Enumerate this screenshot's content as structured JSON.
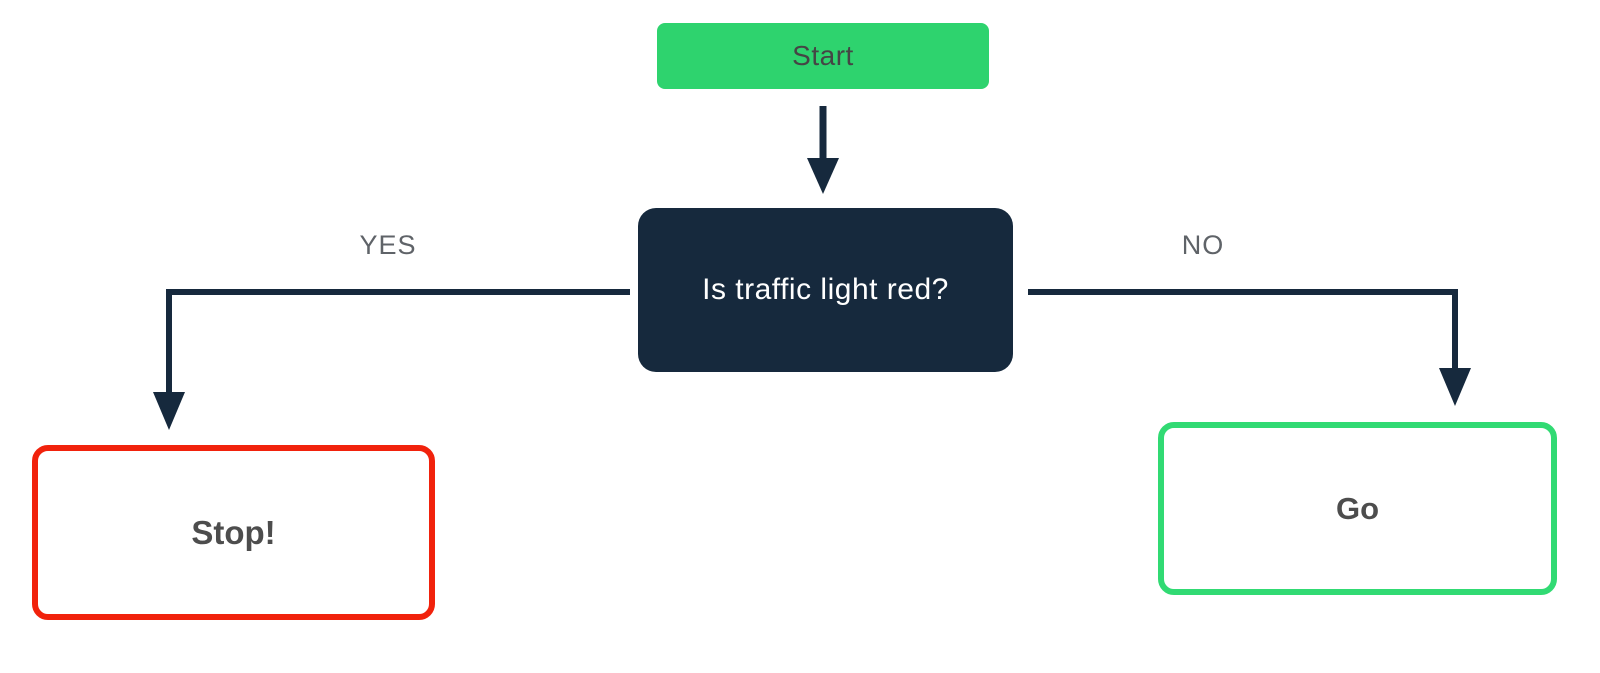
{
  "flowchart": {
    "nodes": {
      "start": {
        "label": "Start",
        "fill": "#2ed36e",
        "text_color": "#454545"
      },
      "question": {
        "label": "Is traffic light red?",
        "fill": "#16293d",
        "text_color": "#ffffff"
      },
      "stop": {
        "label": "Stop!",
        "border_color": "#f1220c",
        "fill": "#ffffff",
        "text_color": "#4d4d4d"
      },
      "go": {
        "label": "Go",
        "border_color": "#31da73",
        "fill": "#ffffff",
        "text_color": "#4d4d4d"
      }
    },
    "edges": {
      "start_to_question": {
        "from": "start",
        "to": "question",
        "label": ""
      },
      "yes": {
        "from": "question",
        "to": "stop",
        "label": "YES"
      },
      "no": {
        "from": "question",
        "to": "go",
        "label": "NO"
      }
    },
    "colors": {
      "connector": "#16293d",
      "edge_label": "#5f6368",
      "background": "#ffffff"
    }
  }
}
